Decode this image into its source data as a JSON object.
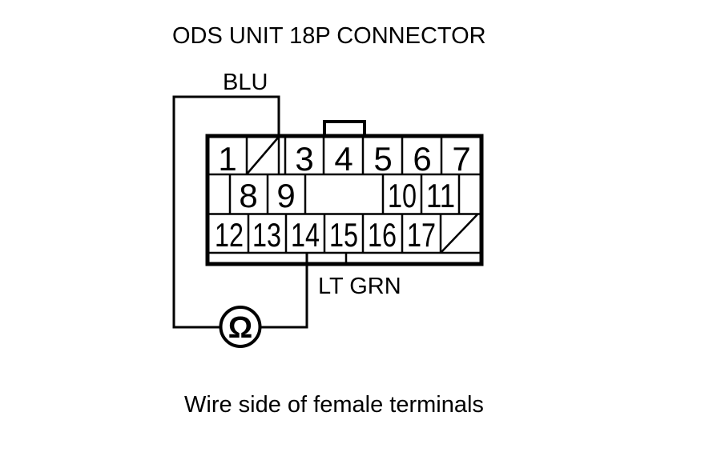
{
  "title": "ODS UNIT 18P CONNECTOR",
  "caption": "Wire side of female terminals",
  "labels": {
    "wire_top": "BLU",
    "wire_bottom": "LT GRN"
  },
  "meter": {
    "symbol": "Ω"
  },
  "connector": {
    "row1_pins": [
      "1",
      "3",
      "4",
      "5",
      "6",
      "7"
    ],
    "row2_pins": [
      "8",
      "9",
      "10",
      "11"
    ],
    "row3_pins": [
      "12",
      "13",
      "14",
      "15",
      "16",
      "17"
    ]
  },
  "colors": {
    "background": "#ffffff",
    "ink": "#000000"
  }
}
